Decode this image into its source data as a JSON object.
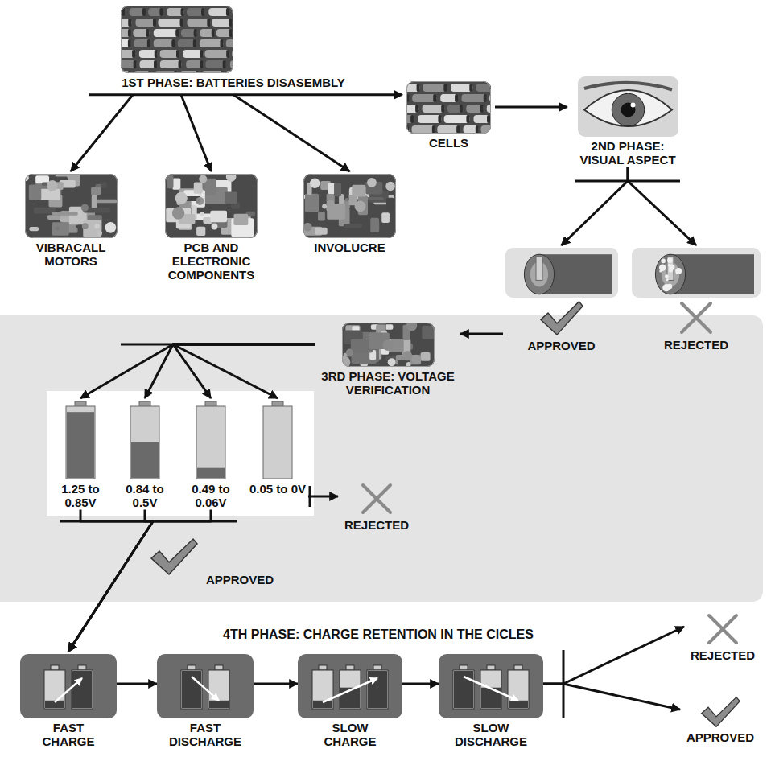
{
  "diagram": {
    "nodes": [
      {
        "text": [
          "1ST PHASE: BATTERIES DISASEMBLY"
        ]
      },
      {
        "text": [
          "VIBRACALL MOTORS"
        ]
      },
      {
        "text": [
          "PCB AND ELECTRONIC COMPONENTS"
        ]
      },
      {
        "text": [
          "INVOLUCRE"
        ]
      },
      {
        "text": [
          "CELLS"
        ]
      },
      {
        "text": [
          "2ND PHASE: VISUAL ASPECT"
        ]
      },
      {
        "text": [
          "APPROVED"
        ]
      },
      {
        "text": [
          "REJECTED"
        ]
      },
      {
        "text": [
          "3RD PHASE: VOLTAGE VERIFICATION"
        ]
      },
      {
        "text": [
          "1.25 to 0.85V"
        ]
      },
      {
        "text": [
          "0.84 to 0.5V"
        ]
      },
      {
        "text": [
          "0.49 to 0.06V"
        ]
      },
      {
        "text": [
          "0.05 to 0V"
        ]
      },
      {
        "text": [
          "REJECTED"
        ]
      },
      {
        "text": [
          "FAST CHARGE"
        ]
      },
      {
        "text": [
          "FAST DISCHARGE"
        ]
      },
      {
        "text": [
          "SLOW CHARGE"
        ]
      },
      {
        "text": [
          "SLOW DISCHARGE"
        ]
      },
      {
        "text": [
          "REJECTED"
        ]
      },
      {
        "text": [
          "APPROVED"
        ]
      }
    ],
    "edges": [
      {
        "from": 0,
        "to": 1,
        "arrow": "to"
      },
      {
        "from": 0,
        "to": 2,
        "arrow": "to"
      },
      {
        "from": 0,
        "to": 3,
        "arrow": "to"
      },
      {
        "from": 0,
        "to": 4,
        "arrow": "to"
      },
      {
        "from": 4,
        "to": 5,
        "arrow": "to"
      },
      {
        "from": 5,
        "to": 6,
        "arrow": "to"
      },
      {
        "from": 5,
        "to": 7,
        "arrow": "to"
      },
      {
        "from": 6,
        "to": 8,
        "arrow": "to"
      },
      {
        "from": 8,
        "to": 9,
        "arrow": "to"
      },
      {
        "from": 8,
        "to": 10,
        "arrow": "to"
      },
      {
        "from": 8,
        "to": 11,
        "arrow": "to"
      },
      {
        "from": 8,
        "to": 12,
        "arrow": "to"
      },
      {
        "from": 9,
        "to": 14,
        "arrow": "to"
      },
      {
        "from": 10,
        "to": 14,
        "arrow": "to"
      },
      {
        "from": 11,
        "to": 14,
        "arrow": "to"
      },
      {
        "from": 12,
        "to": 13,
        "arrow": "to"
      },
      {
        "from": 14,
        "to": 15,
        "arrow": "to"
      },
      {
        "from": 15,
        "to": 16,
        "arrow": "to"
      },
      {
        "from": 16,
        "to": 17,
        "arrow": "to"
      },
      {
        "from": 17,
        "to": 18,
        "arrow": "to"
      },
      {
        "from": 17,
        "to": 19,
        "arrow": "to"
      }
    ],
    "labels": [
      "APPROVED",
      "4TH PHASE: CHARGE RETENTION IN THE CICLES"
    ]
  }
}
